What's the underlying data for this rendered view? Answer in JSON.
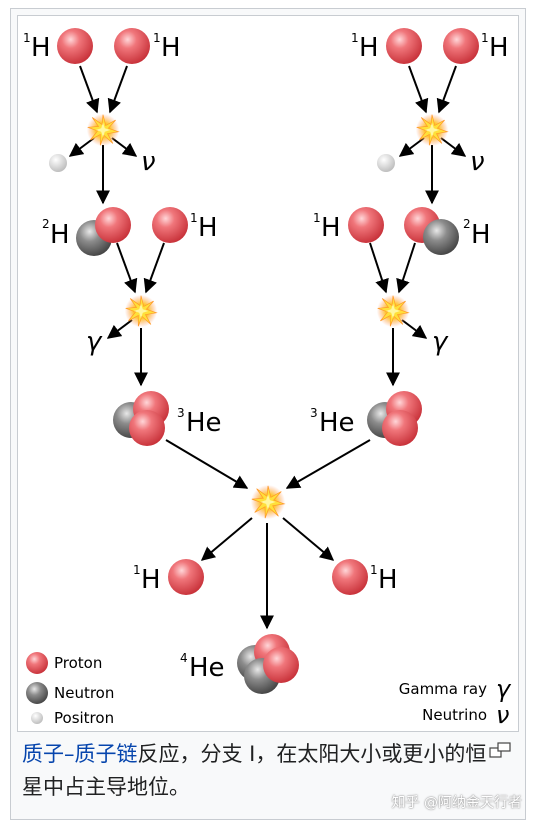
{
  "diagram": {
    "labels": {
      "h1_top_left_a": "H",
      "h1_top_left_b": "H",
      "h1_top_right_a": "H",
      "h1_top_right_b": "H",
      "h2_left": "H",
      "h1_mid_left": "H",
      "h1_mid_right": "H",
      "h2_right": "H",
      "he3_left": "He",
      "he3_right": "He",
      "h1_out_left": "H",
      "h1_out_right": "H",
      "he4": "He"
    },
    "superscripts": {
      "one": "1",
      "two": "2",
      "three": "3",
      "four": "4"
    },
    "symbols": {
      "neutrino": "ν",
      "gamma": "γ"
    },
    "legend": {
      "proton": "Proton",
      "neutron": "Neutron",
      "positron": "Positron",
      "gamma_ray": "Gamma ray",
      "neutrino": "Neutrino"
    },
    "colors": {
      "proton": "#e8545b",
      "neutron": "#7a7a7a",
      "positron": "#d8d8d8",
      "flash": "#ffd21a",
      "arrow": "#000000"
    }
  },
  "caption": {
    "link_text": "质子–质子链",
    "rest_text": "反应，分支 I，在太阳大小或更小的恒星中占主导地位。"
  },
  "watermark": "知乎 @阿纳金天行者"
}
